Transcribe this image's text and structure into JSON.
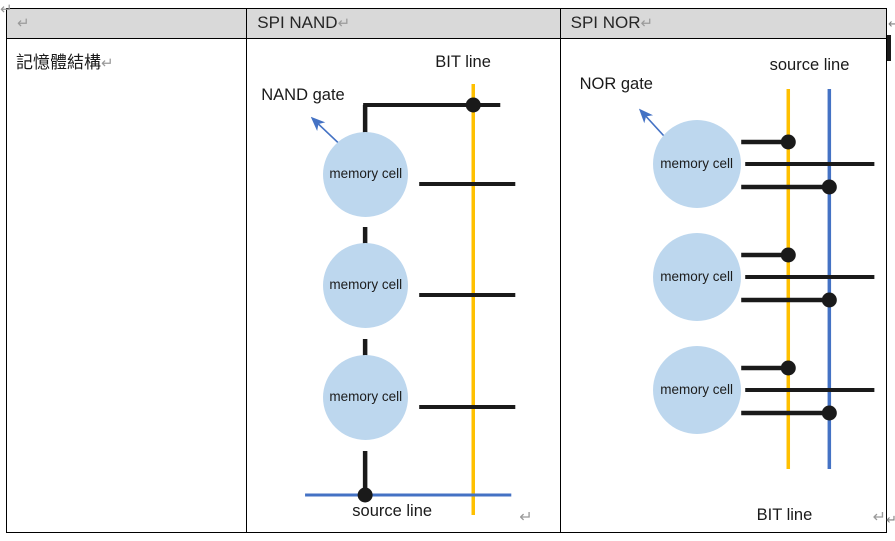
{
  "document": {
    "table": {
      "header_row": [
        {
          "name": "row-label-header",
          "text": "",
          "pilcrow": "↵"
        },
        {
          "name": "spi-nand-header",
          "text": "SPI NAND",
          "pilcrow": "↵"
        },
        {
          "name": "spi-nor-header",
          "text": "SPI NOR",
          "pilcrow": "↵"
        }
      ],
      "body_row": {
        "row_label": "記憶體結構",
        "row_label_pilcrow": "↵"
      }
    },
    "paragraph_marks": {
      "nand_cell_mark": "↵",
      "nor_cell_mark": "↵",
      "outside_mark": "↵"
    }
  },
  "colors": {
    "bit_line_nand": "#ffc000",
    "source_line_nand": "#4472c4",
    "source_line_nor": "#ffc000",
    "bit_line_nor_blue": "#4472c4",
    "memory_cell_fill": "#bdd7ee",
    "wire": "#1a1a1a",
    "arrow": "#4472c4",
    "header_bg": "#d9d9d9",
    "table_border": "#000000"
  },
  "nand_diagram": {
    "name": "spi-nand-structure",
    "labels": {
      "bit_line": "BIT line",
      "gate_callout": "NAND gate",
      "source_line": "source line"
    },
    "memory_cells": [
      {
        "label": "memory cell"
      },
      {
        "label": "memory cell"
      },
      {
        "label": "memory cell"
      }
    ]
  },
  "nor_diagram": {
    "name": "spi-nor-structure",
    "labels": {
      "source_line": "source line",
      "gate_callout": "NOR gate",
      "bit_line": "BIT line"
    },
    "memory_cells": [
      {
        "label": "memory cell"
      },
      {
        "label": "memory cell"
      },
      {
        "label": "memory cell"
      }
    ]
  }
}
